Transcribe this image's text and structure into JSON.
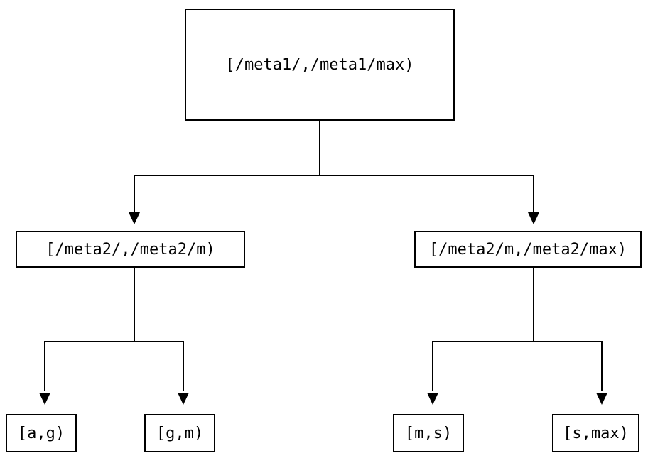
{
  "diagram": {
    "type": "tree",
    "background_color": "#ffffff",
    "line_color": "#000000",
    "box_border_color": "#000000",
    "text_color": "#000000",
    "nodes": {
      "root": {
        "label": "[/meta1/,/meta1/max)"
      },
      "left": {
        "label": "[/meta2/,/meta2/m)"
      },
      "right": {
        "label": "[/meta2/m,/meta2/max)"
      },
      "leaf_ag": {
        "label": "[a,g)"
      },
      "leaf_gm": {
        "label": "[g,m)"
      },
      "leaf_ms": {
        "label": "[m,s)"
      },
      "leaf_smax": {
        "label": "[s,max)"
      }
    },
    "edges": [
      {
        "from": "root",
        "to": "left"
      },
      {
        "from": "root",
        "to": "right"
      },
      {
        "from": "left",
        "to": "leaf_ag"
      },
      {
        "from": "left",
        "to": "leaf_gm"
      },
      {
        "from": "right",
        "to": "leaf_ms"
      },
      {
        "from": "right",
        "to": "leaf_smax"
      }
    ]
  }
}
